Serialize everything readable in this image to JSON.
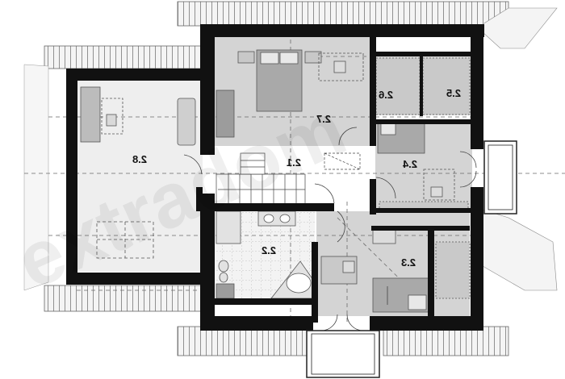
{
  "rooms": {
    "r21": "2.1",
    "r22": "2.2",
    "r23": "2.3",
    "r24": "2.4",
    "r25": "2.5",
    "r26": "2.6",
    "r27": "2.7",
    "r28": "2.8"
  },
  "watermark": "extradom",
  "colors": {
    "wall": "#111111",
    "roof_band": "#f2f2f2",
    "room_light": "#eeeeee",
    "room_dark": "#d4d4d4",
    "furniture": "#bcbcbc",
    "dashed_line": "#6a6a6a"
  }
}
